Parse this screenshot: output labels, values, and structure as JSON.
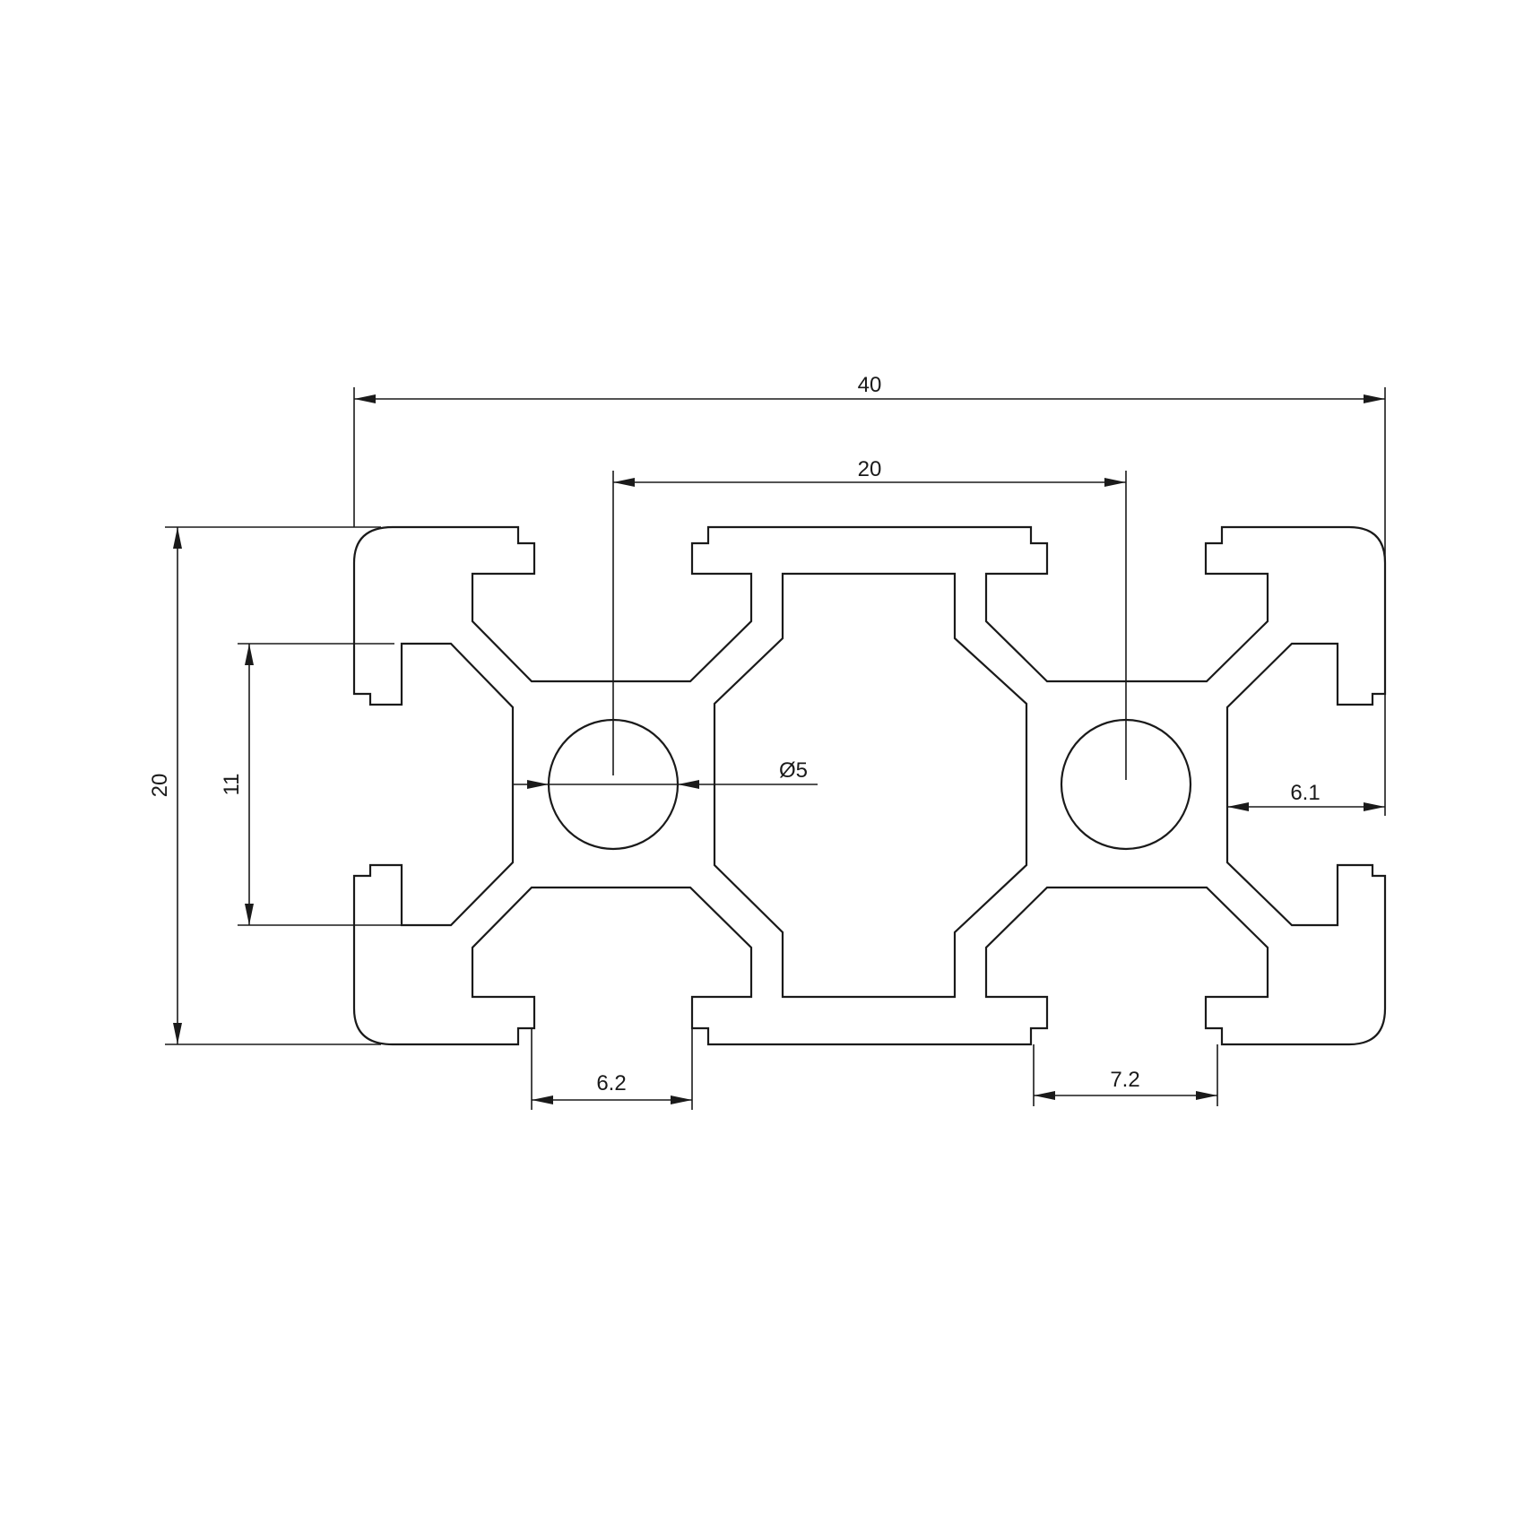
{
  "dimensions": {
    "overall_width": "40",
    "hole_spacing": "20",
    "overall_height": "20",
    "slot_opening": "11",
    "hole_diameter": "Ø5",
    "web_width": "6.1",
    "slot_width_bottom_left": "6.2",
    "slot_width_bottom_right": "7.2"
  },
  "colors": {
    "line": "#1a1a1a",
    "background": "#ffffff"
  }
}
